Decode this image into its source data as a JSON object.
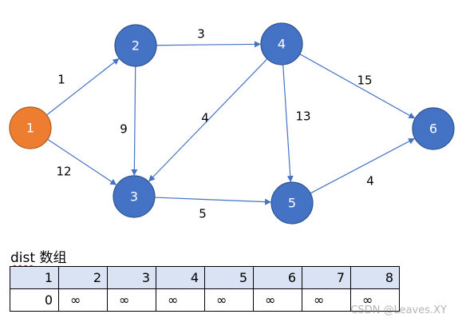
{
  "graph": {
    "nodes": [
      {
        "id": "1",
        "label": "1",
        "color": "#ed7d31"
      },
      {
        "id": "2",
        "label": "2",
        "color": "#4472c4"
      },
      {
        "id": "3",
        "label": "3",
        "color": "#4472c4"
      },
      {
        "id": "4",
        "label": "4",
        "color": "#4472c4"
      },
      {
        "id": "5",
        "label": "5",
        "color": "#4472c4"
      },
      {
        "id": "6",
        "label": "6",
        "color": "#4472c4"
      }
    ],
    "edges": [
      {
        "from": "1",
        "to": "2",
        "weight": "1"
      },
      {
        "from": "1",
        "to": "3",
        "weight": "12"
      },
      {
        "from": "2",
        "to": "4",
        "weight": "3"
      },
      {
        "from": "2",
        "to": "3",
        "weight": "9"
      },
      {
        "from": "4",
        "to": "3",
        "weight": "4"
      },
      {
        "from": "4",
        "to": "5",
        "weight": "13"
      },
      {
        "from": "4",
        "to": "6",
        "weight": "15"
      },
      {
        "from": "3",
        "to": "5",
        "weight": "5"
      },
      {
        "from": "5",
        "to": "6",
        "weight": "4"
      }
    ],
    "edge_color": "#4472c4",
    "node_stroke": "#2f528f"
  },
  "dist_table": {
    "title": "dist 数组",
    "title_underlined": "dist",
    "title_rest": " 数组",
    "indices": [
      "1",
      "2",
      "3",
      "4",
      "5",
      "6",
      "7",
      "8"
    ],
    "values": [
      "0",
      "∞",
      "∞",
      "∞",
      "∞",
      "∞",
      "∞",
      "∞"
    ],
    "header_bg": "#dae3f3"
  },
  "watermark": "CSDN @Leaves.XY"
}
